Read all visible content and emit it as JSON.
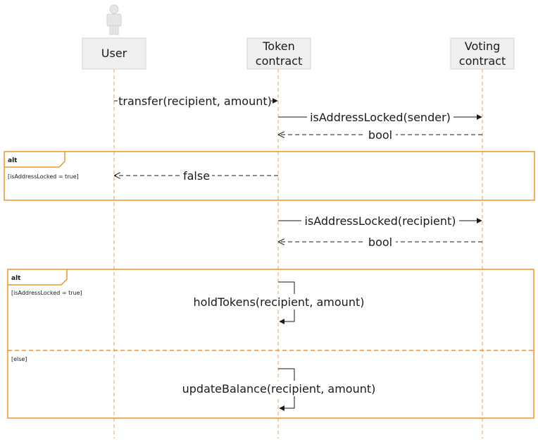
{
  "participants": {
    "user": "User",
    "token_line1": "Token",
    "token_line2": "contract",
    "voting_line1": "Voting",
    "voting_line2": "contract"
  },
  "messages": {
    "transfer": "transfer(recipient, amount)",
    "is_locked_sender": "isAddressLocked(sender)",
    "bool_1": "bool",
    "false_return": "false",
    "is_locked_recipient": "isAddressLocked(recipient)",
    "bool_2": "bool",
    "hold_tokens": "holdTokens(recipient, amount)",
    "update_balance": "updateBalance(recipient, amount)"
  },
  "fragments": {
    "alt1": {
      "tag": "alt",
      "guard": "[isAddressLocked = true]"
    },
    "alt2": {
      "tag": "alt",
      "guard": "[isAddressLocked = true]",
      "else_guard": "[else]"
    }
  },
  "colors": {
    "frame": "#f0932b",
    "lifeline": "#e8a15a",
    "participant_fill": "#efefef"
  }
}
